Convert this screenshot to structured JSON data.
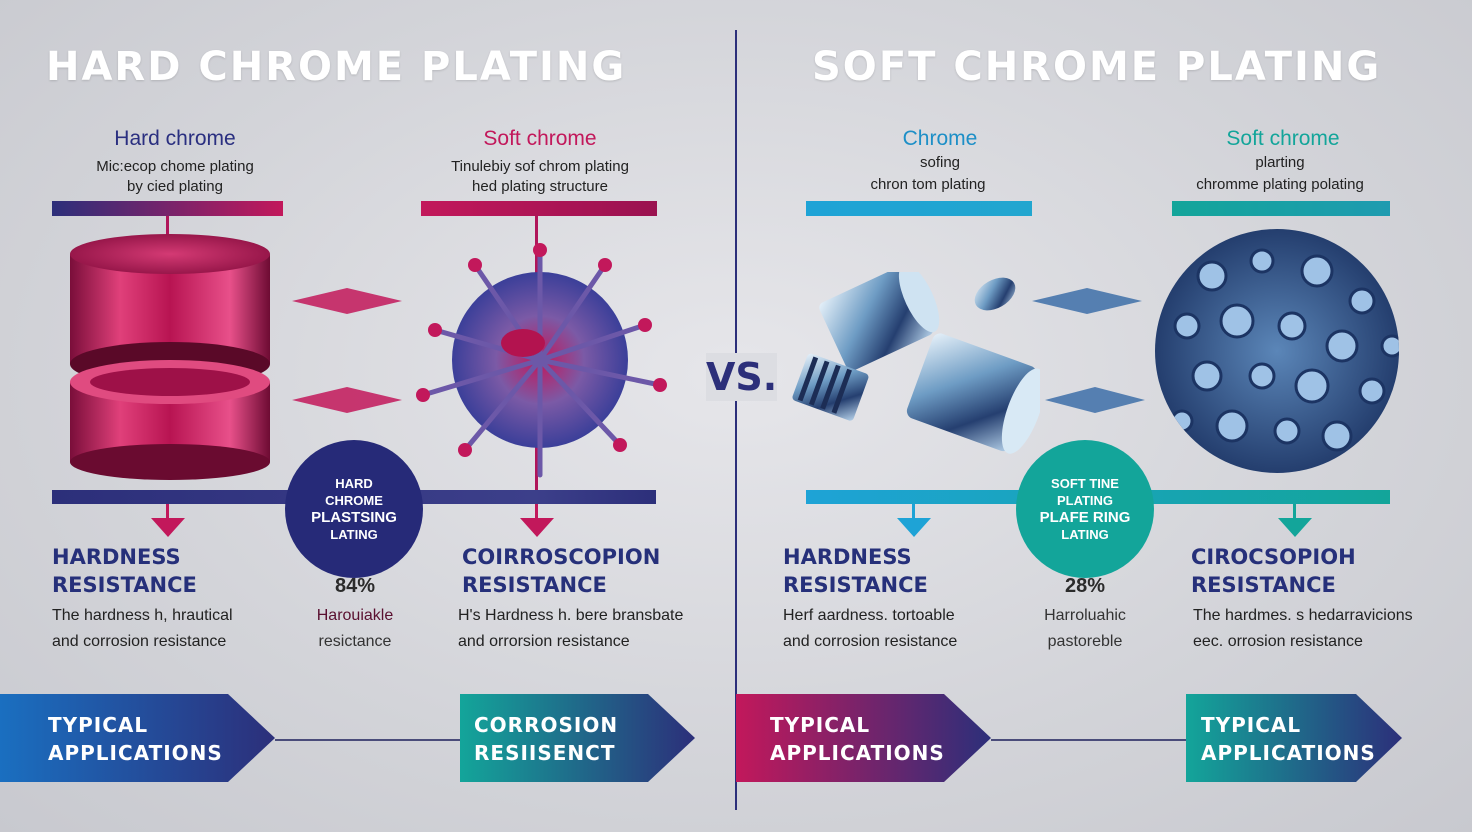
{
  "titles": {
    "left": "HARD CHROME PLATING",
    "right": "SOFT CHROME PLATING",
    "vs": "VS."
  },
  "hard_section": {
    "label_a": {
      "title": "Hard chrome",
      "line1": "Mic:ecop chome plating",
      "line2": "by cied plating"
    },
    "label_b": {
      "title": "Soft chrome",
      "line1": "Tinulebiy sof chrom plating",
      "line2": "hed plating structure"
    },
    "badge": {
      "line1": "HARD",
      "line2": "CHROME",
      "line3": "PLASTSING",
      "line4": "LATING"
    },
    "col1": {
      "heading1": "HARDNESS",
      "heading2": "RESISTANCE",
      "desc1": "The hardness  h, hrautical",
      "desc2": "and corrosion resistance"
    },
    "mid": {
      "pct": "84%",
      "line1": "Harouiakle",
      "line2": "resictance"
    },
    "col2": {
      "heading1": "COIRROSCOPION",
      "heading2": "RESISTANCE",
      "desc1": "H's Hardness h. bere bransbate",
      "desc2": "and orrorsion resistance"
    },
    "chevron1": {
      "line1": "TYPICAL",
      "line2": "APPLICATIONS"
    },
    "chevron2": {
      "line1": "CORROSION",
      "line2": "RESIISENCT"
    }
  },
  "soft_section": {
    "label_a": {
      "title": "Chrome",
      "line1": "sofing",
      "line2": "chron tom plating"
    },
    "label_b": {
      "title": "Soft chrome",
      "line1": "plarting",
      "line2": "chromme plating polating"
    },
    "badge": {
      "line1": "SOFT TINE",
      "line2": "PLATING",
      "line3": "PLAFE RING",
      "line4": "LATING"
    },
    "col1": {
      "heading1": "HARDNESS",
      "heading2": "RESISTANCE",
      "desc1": "Herf aardness. tortoable",
      "desc2": "and corrosion resistance"
    },
    "mid": {
      "pct": "28%",
      "line1": "Harroluahic",
      "line2": "pastoreble"
    },
    "col2": {
      "heading1": "CIROCSOPIOH",
      "heading2": "RESISTANCE",
      "desc1": "The hardmes. s hedarravicions",
      "desc2": "eec. orrosion resistance"
    },
    "chevron1": {
      "line1": "TYPICAL",
      "line2": "APPLICATIONS"
    },
    "chevron2": {
      "line1": "TYPICAL",
      "line2": "APPLICATIONS"
    }
  },
  "colors": {
    "navy": "#2c2f7a",
    "crimson": "#c2185b",
    "teal": "#13a59a",
    "sky": "#1ea3d6"
  },
  "icons": [
    "chrome-cylinder-icon",
    "molecule-structure-icon",
    "metal-parts-icon",
    "microstructure-icon"
  ]
}
